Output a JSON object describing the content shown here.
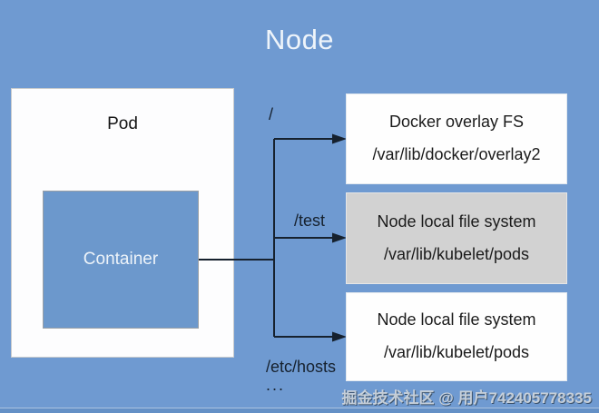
{
  "diagram": {
    "title": "Node",
    "pod_label": "Pod",
    "container_label": "Container",
    "edge_labels": [
      "/",
      "/test",
      "/etc/hosts",
      "..."
    ],
    "boxes": [
      {
        "title": "Docker overlay FS",
        "path": "/var/lib/docker/overlay2",
        "highlighted": false
      },
      {
        "title": "Node local file system",
        "path": "/var/lib/kubelet/pods",
        "highlighted": true
      },
      {
        "title": "Node local file system",
        "path": "/var/lib/kubelet/pods",
        "highlighted": false
      }
    ]
  },
  "watermark": "掘金技术社区 @ 用户742405778335",
  "colors": {
    "background": "#6f9ad1",
    "container_fill": "#6c98cc",
    "box_white": "#fefefe",
    "box_highlight_gray": "#d2d2d2",
    "edge_line": "#16212e",
    "title_text": "#eef4fa",
    "box_text": "#1b1b1b"
  }
}
